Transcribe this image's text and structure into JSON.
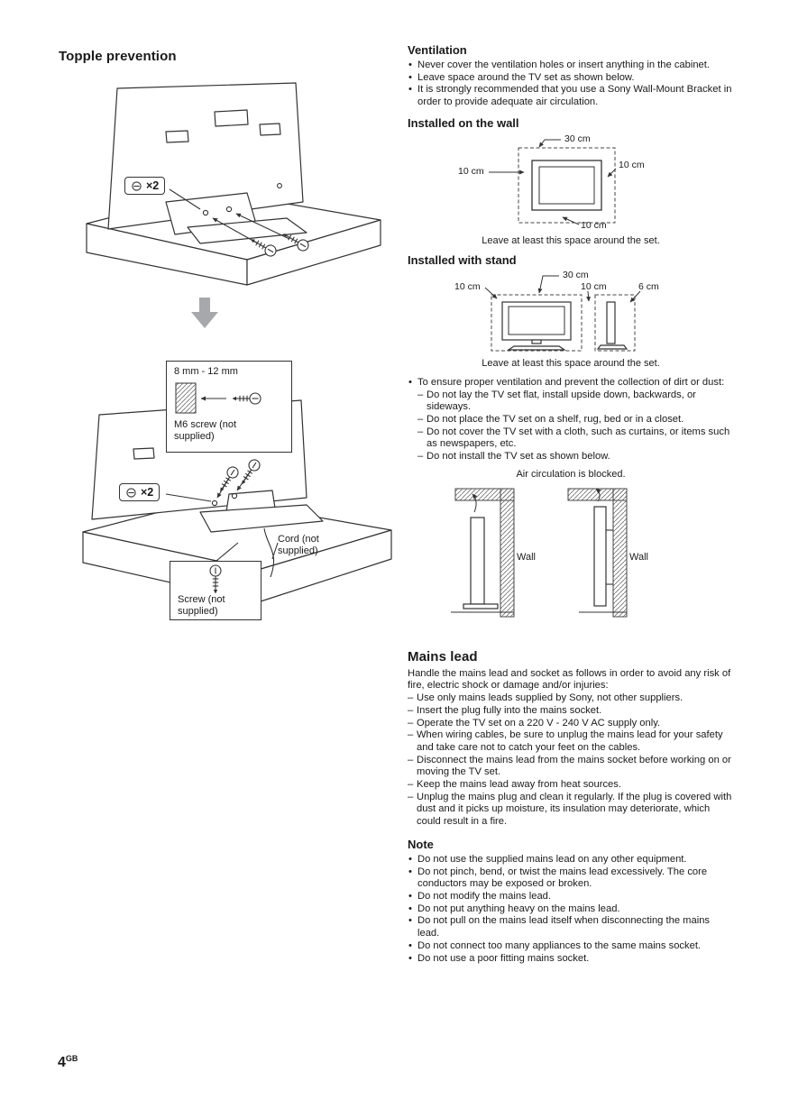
{
  "colors": {
    "text": "#1a1a1a",
    "line": "#333333",
    "arrow_gray": "#a6a8ab"
  },
  "left": {
    "heading": "Topple prevention",
    "fig1": {
      "badge": "×2"
    },
    "fig2": {
      "badge": "×2",
      "size_label": "8 mm - 12 mm",
      "m6_label": "M6 screw (not supplied)",
      "cord_label": "Cord (not supplied)",
      "screw_label": "Screw (not supplied)"
    }
  },
  "right": {
    "ventilation": {
      "heading": "Ventilation",
      "bullets": [
        "Never cover the ventilation holes or insert anything in the cabinet.",
        "Leave space around the TV set as shown below.",
        "It is strongly recommended that you use a Sony Wall-Mount Bracket in order to provide adequate air circulation."
      ]
    },
    "wall": {
      "heading": "Installed on the wall",
      "top": "30 cm",
      "left": "10 cm",
      "right": "10 cm",
      "bottom": "10 cm",
      "caption": "Leave at least this space around the set."
    },
    "stand": {
      "heading": "Installed with stand",
      "top": "30 cm",
      "left": "10 cm",
      "middle": "10 cm",
      "right": "6 cm",
      "caption": "Leave at least this space around the set."
    },
    "ensure": {
      "intro": "To ensure proper ventilation and prevent the collection of dirt or dust:",
      "items": [
        "Do not lay the TV set flat, install upside down, backwards, or sideways.",
        "Do not place the TV set on a shelf, rug, bed or in a closet.",
        "Do not cover the TV set with a cloth, such as curtains, or items such as newspapers, etc.",
        "Do not install the TV set as shown below."
      ]
    },
    "blocked": {
      "caption": "Air circulation is blocked.",
      "wall_labels": [
        "Wall",
        "Wall"
      ]
    },
    "mains": {
      "heading": "Mains lead",
      "intro": "Handle the mains lead and socket as follows in order to avoid any risk of fire, electric shock or damage and/or injuries:",
      "items": [
        "Use only mains leads supplied by Sony, not other suppliers.",
        "Insert the plug fully into the mains socket.",
        "Operate the TV set on a 220 V - 240 V AC supply only.",
        "When wiring cables, be sure to unplug the mains lead for your safety and take care not to catch your feet on the cables.",
        "Disconnect the mains lead from the mains socket before working on or moving the TV set.",
        "Keep the mains lead away from heat sources.",
        "Unplug the mains plug and clean it regularly. If the plug is covered with dust and it picks up moisture, its insulation may deteriorate, which could result in a fire."
      ]
    },
    "note": {
      "heading": "Note",
      "items": [
        "Do not use the supplied mains lead on any other equipment.",
        "Do not pinch, bend, or twist the mains lead excessively. The core conductors may be exposed or broken.",
        "Do not modify the mains lead.",
        "Do not put anything heavy on the mains lead.",
        "Do not pull on the mains lead itself when disconnecting the mains lead.",
        "Do not connect too many appliances to the same mains socket.",
        "Do not use a poor fitting mains socket."
      ]
    }
  },
  "footer": {
    "page_number": "4",
    "page_region": "GB"
  }
}
